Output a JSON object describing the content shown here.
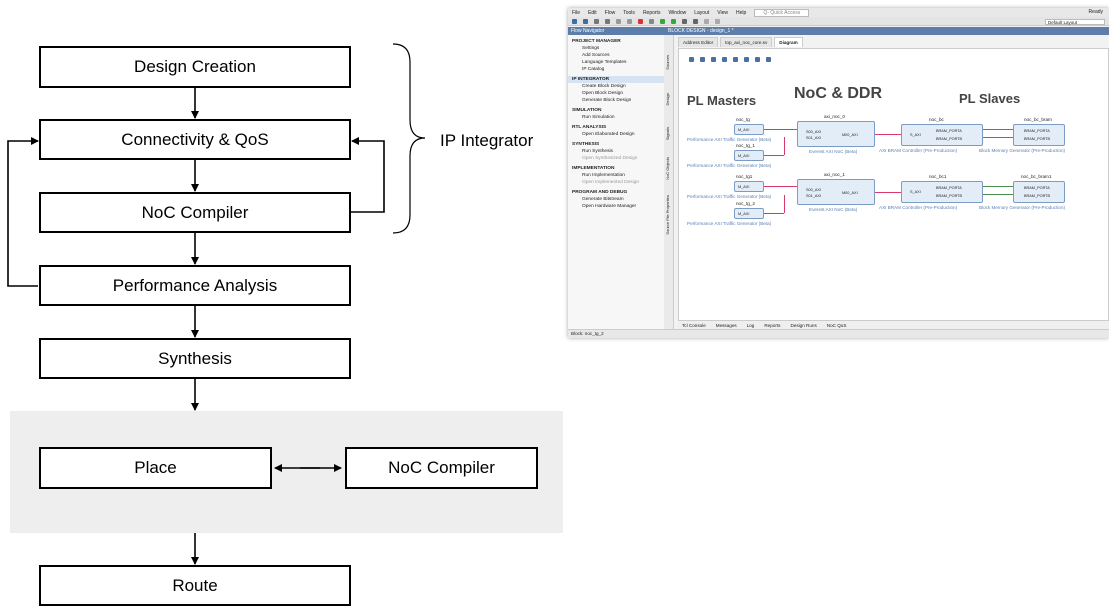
{
  "flow": {
    "design_creation": "Design Creation",
    "connectivity_qos": "Connectivity & QoS",
    "noc_compiler": "NoC Compiler",
    "performance_analysis": "Performance Analysis",
    "synthesis": "Synthesis",
    "place": "Place",
    "noc_compiler_impl": "NoC Compiler",
    "route": "Route",
    "ip_integrator": "IP Integrator"
  },
  "screenshot": {
    "menu": [
      "File",
      "Edit",
      "Flow",
      "Tools",
      "Reports",
      "Window",
      "Layout",
      "View",
      "Help"
    ],
    "quick_access": "Q- Quick Access",
    "ready": "Ready",
    "layout_select": "Default Layout",
    "nav_title": "Flow Navigator",
    "block_design_title": "BLOCK DESIGN - design_1 *",
    "nav": {
      "project_manager": "PROJECT MANAGER",
      "settings": "Settings",
      "add_sources": "Add Sources",
      "language_templates": "Language Templates",
      "ip_catalog": "IP Catalog",
      "ip_integrator": "IP INTEGRATOR",
      "create_block_design": "Create Block Design",
      "open_block_design": "Open Block Design",
      "generate_block_design": "Generate Block Design",
      "simulation": "SIMULATION",
      "run_simulation": "Run Simulation",
      "rtl_analysis": "RTL ANALYSIS",
      "open_elaborated_design": "Open Elaborated Design",
      "synthesis": "SYNTHESIS",
      "run_synthesis": "Run Synthesis",
      "open_synthesized_design": "Open Synthesized Design",
      "implementation": "IMPLEMENTATION",
      "run_implementation": "Run Implementation",
      "open_implemented_design": "Open Implemented Design",
      "program_debug": "PROGRAM AND DEBUG",
      "generate_bitstream": "Generate Bitstream",
      "open_hardware_manager": "Open Hardware Manager"
    },
    "side_tabs": [
      "Sources",
      "Design",
      "Signals",
      "NoC Objects",
      "Source File Properties"
    ],
    "tabs": [
      "Address Editor",
      "top_axi_noc_core.sv",
      "Diagram"
    ],
    "bottom_tabs": [
      "Tcl Console",
      "Messages",
      "Log",
      "Reports",
      "Design Runs",
      "NoC QoS"
    ],
    "status": "Block: noc_tg_2",
    "diagram": {
      "pl_masters": "PL Masters",
      "noc_ddr": "NoC & DDR",
      "pl_slaves": "PL Slaves",
      "noc_tg": "noc_tg",
      "noc_tg_1": "noc_tg_1",
      "noc_tg1": "noc_tg1",
      "noc_tg_2": "noc_tg_2",
      "m_axi": "M_AXI",
      "tg_sub": "Performance AXI Traffic Generator (Beta)",
      "axi_noc_0": "axi_noc_0",
      "axi_noc_1": "axi_noc_1",
      "s00_axi": "S00_AXI",
      "s01_axi": "S01_AXI",
      "m00_axi": "M00_AXI",
      "noc_sub": "Everest AXI NoC (Beta)",
      "noc_bc": "noc_bc",
      "noc_bc1": "noc_bc1",
      "s_axi": "S_AXI",
      "bram_porta": "BRAM_PORTA",
      "bram_portb": "BRAM_PORTB",
      "bc_sub": "AXI BRAM Controller (Pre-Production)",
      "noc_bc_bram": "noc_bc_bram",
      "noc_bc_bram1": "noc_bc_bram1",
      "bram_sub": "Block Memory Generator (Pre-Production)"
    }
  }
}
